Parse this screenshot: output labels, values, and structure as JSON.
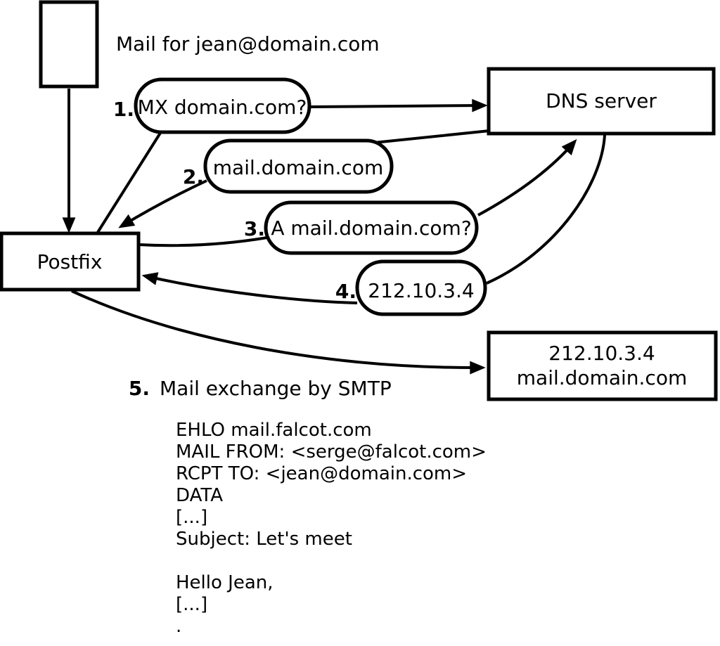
{
  "title_note": "Mail for jean@domain.com",
  "nodes": {
    "postfix": "Postfix",
    "dns_server": "DNS server",
    "mail_server": {
      "line1": "212.10.3.4",
      "line2": "mail.domain.com"
    }
  },
  "steps": [
    {
      "num": "1.",
      "label": "MX domain.com?"
    },
    {
      "num": "2.",
      "label": "mail.domain.com"
    },
    {
      "num": "3.",
      "label": "A mail.domain.com?"
    },
    {
      "num": "4.",
      "label": "212.10.3.4"
    },
    {
      "num": "5.",
      "label": "Mail exchange by SMTP"
    }
  ],
  "smtp_session": "EHLO mail.falcot.com\nMAIL FROM: <serge@falcot.com>\nRCPT TO: <jean@domain.com>\nDATA\n[...]\nSubject: Let's meet\n\nHello Jean,\n[...]\n.",
  "colors": {
    "stroke": "#000000",
    "background": "#ffffff"
  }
}
